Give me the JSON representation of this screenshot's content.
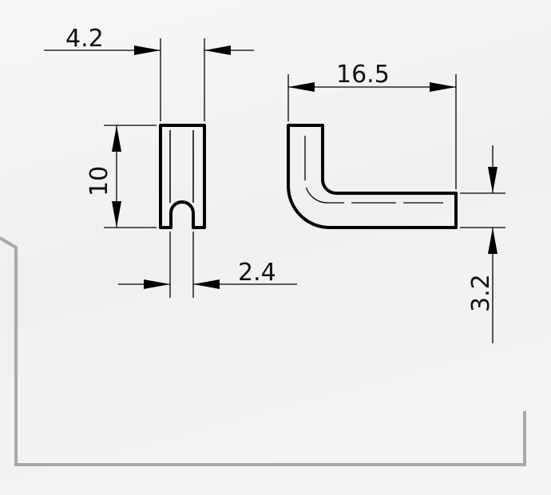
{
  "colors": {
    "background": "#f2f2f2",
    "ink": "#111111",
    "frame": "#a8a8a8"
  },
  "dimensions": {
    "width_top": "4.2",
    "height_left": "10",
    "slot_width": "2.4",
    "length": "16.5",
    "thickness": "3.2"
  }
}
